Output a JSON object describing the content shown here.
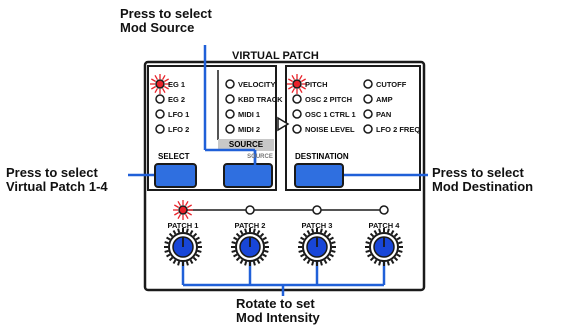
{
  "annotations": {
    "mod_source": [
      "Press to select",
      "Mod Source"
    ],
    "virtual_patch": [
      "Press to select",
      "Virtual Patch 1-4"
    ],
    "mod_destination": [
      "Press to select",
      "Mod Destination"
    ],
    "mod_intensity": [
      "Rotate to set",
      "Mod Intensity"
    ]
  },
  "panel": {
    "title": "VIRTUAL PATCH",
    "source_list_a": [
      "EG 1",
      "EG 2",
      "LFO 1",
      "LFO 2"
    ],
    "source_list_b": [
      "VELOCITY",
      "KBD TRACK",
      "MIDI 1",
      "MIDI 2"
    ],
    "destination_list_a": [
      "PITCH",
      "OSC 2 PITCH",
      "OSC 1 CTRL 1",
      "NOISE LEVEL"
    ],
    "destination_list_b": [
      "CUTOFF",
      "AMP",
      "PAN",
      "LFO 2 FREQ"
    ],
    "select_label": "SELECT",
    "source_label": "SOURCE",
    "source_shift_label": "SOURCE",
    "destination_label": "DESTINATION",
    "patches": [
      "PATCH 1",
      "PATCH 2",
      "PATCH 3",
      "PATCH 4"
    ]
  },
  "colors": {
    "button_blue": "#2f6fe0",
    "knob_blue": "#1846d8",
    "led_red": "#e8222a",
    "callout_blue": "#2060d8",
    "panel_line": "#1a1a1a"
  },
  "icons": [
    "led-icon",
    "knob-icon",
    "arrow-right-icon"
  ]
}
